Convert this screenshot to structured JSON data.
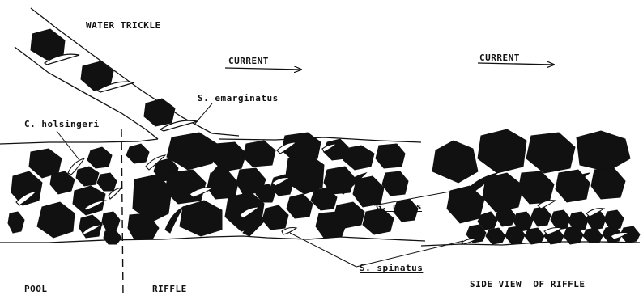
{
  "labels": {
    "water_trickle": "WATER TRICKLE",
    "current_main": "CURRENT",
    "current_side": "CURRENT",
    "s_emarginatus": "S. emarginatus",
    "c_holsingeri": "C. holsingeri",
    "g_minus": "G. minus",
    "s_spinatus": "S. spinatus",
    "pool": "POOL",
    "riffle": "RIFFLE",
    "side_view": "SIDE VIEW  OF RIFFLE"
  },
  "colors": {
    "ink": "#111111",
    "paper": "#ffffff"
  }
}
